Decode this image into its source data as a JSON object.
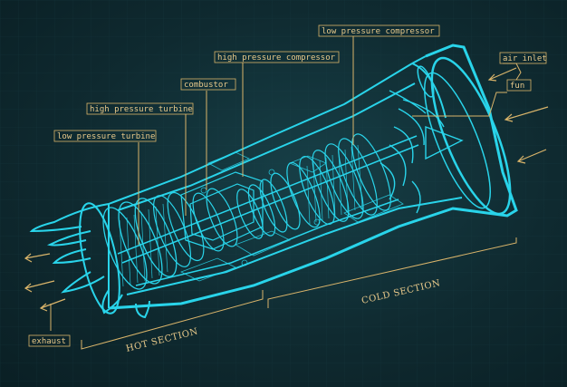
{
  "labels": {
    "low_pressure_compressor": "low pressure compressor",
    "high_pressure_compressor": "high pressure compressor",
    "combustor": "combustor",
    "high_pressure_turbine": "high pressure turbine",
    "low_pressure_turbine": "low pressure turbine",
    "air_inlet": "air inlet",
    "fun": "fun",
    "exhaust": "exhaust",
    "cold_section": "COLD SECTION",
    "hot_section": "HOT SECTION"
  },
  "colors": {
    "background": "#0f2a30",
    "line": "#29d4ea",
    "annotation": "#d9b46a",
    "text": "#e8c98a"
  }
}
